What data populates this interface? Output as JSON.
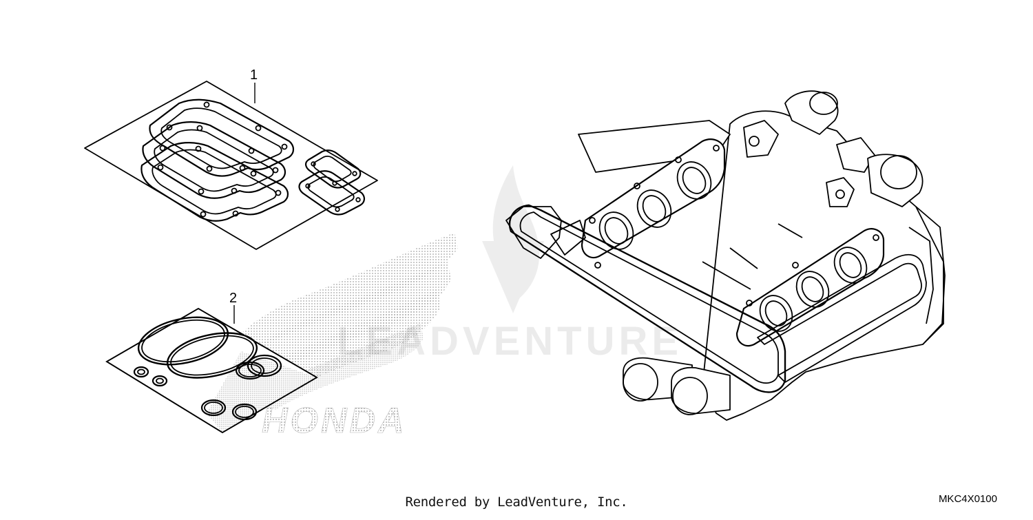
{
  "callouts": [
    {
      "id": "1"
    },
    {
      "id": "2"
    }
  ],
  "watermark": {
    "brand": "LEADVENTURE",
    "logo_text": "HONDA"
  },
  "footer": {
    "rendered_by": "Rendered by LeadVenture, Inc.",
    "diagram_code": "MKC4X0100"
  }
}
